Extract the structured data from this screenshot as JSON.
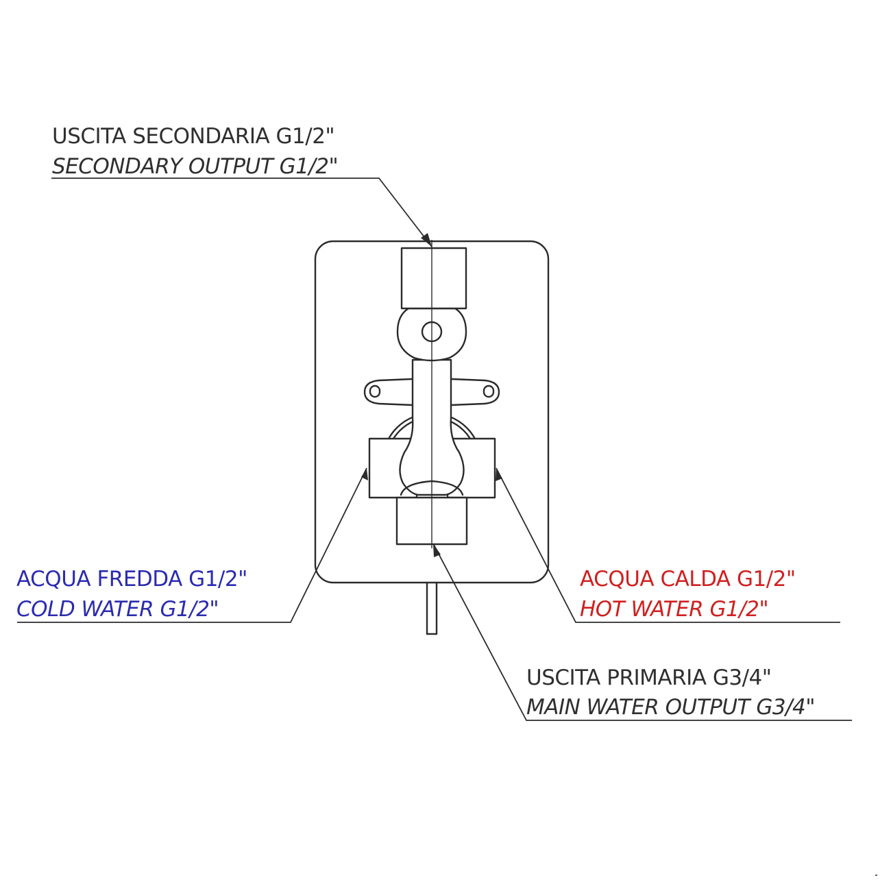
{
  "labels": {
    "secondary": {
      "it": "USCITA SECONDARIA G1/2\"",
      "en": "SECONDARY OUTPUT G1/2\""
    },
    "cold": {
      "it": "ACQUA FREDDA G1/2\"",
      "en": "COLD WATER G1/2\""
    },
    "hot": {
      "it": "ACQUA CALDA G1/2\"",
      "en": "HOT WATER G1/2\""
    },
    "main": {
      "it": "USCITA PRIMARIA G3/4\"",
      "en": "MAIN WATER OUTPUT G3/4\""
    }
  },
  "colors": {
    "line": "#2b2b2b",
    "text": "#2f2f2f",
    "cold": "#2b2bb0",
    "hot": "#d02020"
  }
}
